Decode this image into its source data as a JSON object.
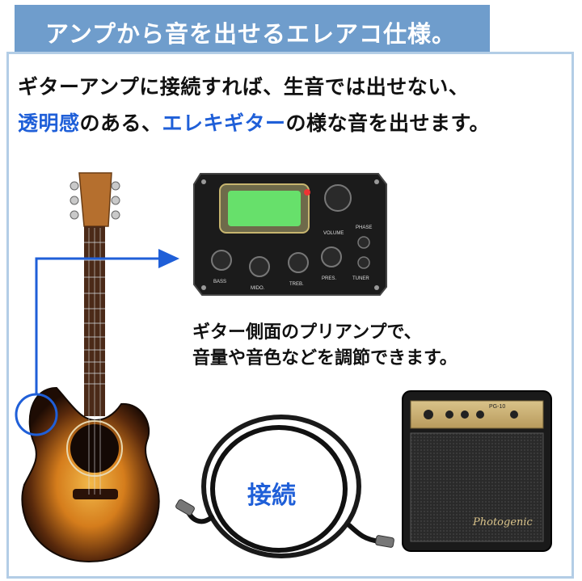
{
  "header": {
    "title": "アンプから音を出せるエレアコ仕様。"
  },
  "intro": {
    "line1": "ギターアンプに接続すれば、生音では出せない、",
    "line2_highlight1": "透明感",
    "line2_mid": "のある、",
    "line2_highlight2": "エレキギター",
    "line2_end": "の様な音を出せます。"
  },
  "preamp": {
    "caption_line1": "ギター側面のプリアンプで、",
    "caption_line2": "音量や音色などを調節できます。",
    "knob_labels": [
      "BASS",
      "MIDO.",
      "TREB.",
      "PRES.",
      "VOLUME",
      "PHASE",
      "TUNER"
    ]
  },
  "cable": {
    "label": "接続"
  },
  "amp": {
    "brand": "Photogenic",
    "model": "PG-10"
  },
  "colors": {
    "header_bg": "#6f9dcc",
    "frame": "#b3cde6",
    "highlight": "#1f5fd8",
    "arrow": "#1f5fd8"
  }
}
